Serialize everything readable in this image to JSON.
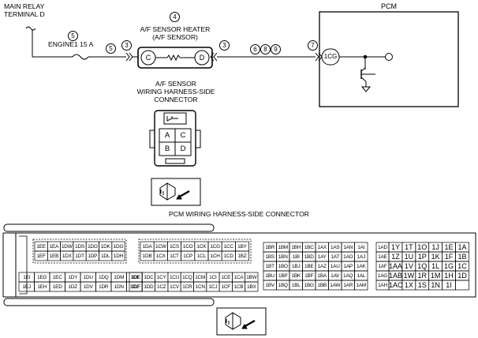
{
  "labels": {
    "main_relay_line1": "MAIN RELAY",
    "main_relay_line2": "TERMINAL D",
    "fuse": "ENGINE1 15 A",
    "heater_line1": "A/F SENSOR HEATER",
    "heater_line2": "(A/F SENSOR)",
    "pcm": "PCM",
    "pcm_terminal": "1CG",
    "harness_line1": "A/F SENSOR",
    "harness_line2": "WIRING HARNESS-SIDE",
    "harness_line3": "CONNECTOR",
    "pcm_harness_title": "PCM WIRING HARNESS-SIDE CONNECTOR"
  },
  "callouts": {
    "heater": "4",
    "fuse": "5",
    "fuse_right": "5",
    "left_conn": "3",
    "right_conn": "3",
    "wire_a": "6",
    "wire_b": "8",
    "wire_c": "9",
    "pcm_conn": "7"
  },
  "sensor_terminals": {
    "left": "C",
    "right": "D"
  },
  "sensor_connector_pins": [
    "A",
    "C",
    "B",
    "D"
  ],
  "pcm_connector": {
    "block1": {
      "rows": [
        [
          "1EE",
          "1EA",
          "1DW",
          "1DS",
          "1DO",
          "1DK",
          "1DG"
        ],
        [
          "1EF",
          "1EB",
          "1DX",
          "1DT",
          "1DP",
          "1DL",
          "1DH"
        ]
      ]
    },
    "block2": {
      "rows": [
        [
          "1DA",
          "1CW",
          "1CS",
          "1CO",
          "1CK",
          "1CG",
          "1CC",
          "1BY"
        ],
        [
          "1DB",
          "1CX",
          "1CT",
          "1CP",
          "1CL",
          "1CH",
          "1CD",
          "1BZ"
        ]
      ]
    },
    "block3": {
      "rows": [
        [
          "1EI",
          "1EG",
          "1EC",
          "1DY",
          "1DU",
          "1DQ",
          "1DM",
          "1DI"
        ],
        [
          "1EJ",
          "1EH",
          "1ED",
          "1DZ",
          "1DV",
          "1DR",
          "1DN",
          "1DJ"
        ]
      ]
    },
    "block4": {
      "rows": [
        [
          "1DE",
          "1DC",
          "1CY",
          "1CU",
          "1CQ",
          "1CM",
          "1CI",
          "1CE",
          "1CA",
          "1BW"
        ],
        [
          "1DF",
          "1DD",
          "1CZ",
          "1CV",
          "1CR",
          "1CN",
          "1CJ",
          "1CF",
          "1CB",
          "1BX"
        ]
      ]
    },
    "block5": {
      "rows": [
        [
          "1BR",
          "1BM",
          "1BH",
          "1BC",
          "1AX",
          "1AS",
          "1AN",
          "1AI"
        ],
        [
          "1BS",
          "1BN",
          "1BI",
          "1BD",
          "1AY",
          "1AT",
          "1AO",
          "1AJ"
        ],
        [
          "1BT",
          "1BO",
          "1BJ",
          "1BE",
          "1AZ",
          "1AU",
          "1AP",
          "1AK"
        ],
        [
          "1BU",
          "1BP",
          "1BK",
          "1BF",
          "1BA",
          "1AV",
          "1AQ",
          "1AL"
        ],
        [
          "1BV",
          "1BQ",
          "1BL",
          "1BG",
          "1BB",
          "1AW",
          "1AR",
          "1AM"
        ]
      ]
    },
    "block6": {
      "rows": [
        [
          "1AD",
          "1Y",
          "1T",
          "1O",
          "1J",
          "1E",
          "1A"
        ],
        [
          "1AE",
          "1Z",
          "1U",
          "1P",
          "1K",
          "1F",
          "1B"
        ],
        [
          "1AF",
          "1AA",
          "1V",
          "1Q",
          "1L",
          "1G",
          "1C"
        ],
        [
          "1AG",
          "1AB",
          "1W",
          "1R",
          "1M",
          "1H",
          "1D"
        ],
        [
          "1AH",
          "1AC",
          "1X",
          "1S",
          "1N",
          "1I",
          ""
        ]
      ]
    }
  }
}
